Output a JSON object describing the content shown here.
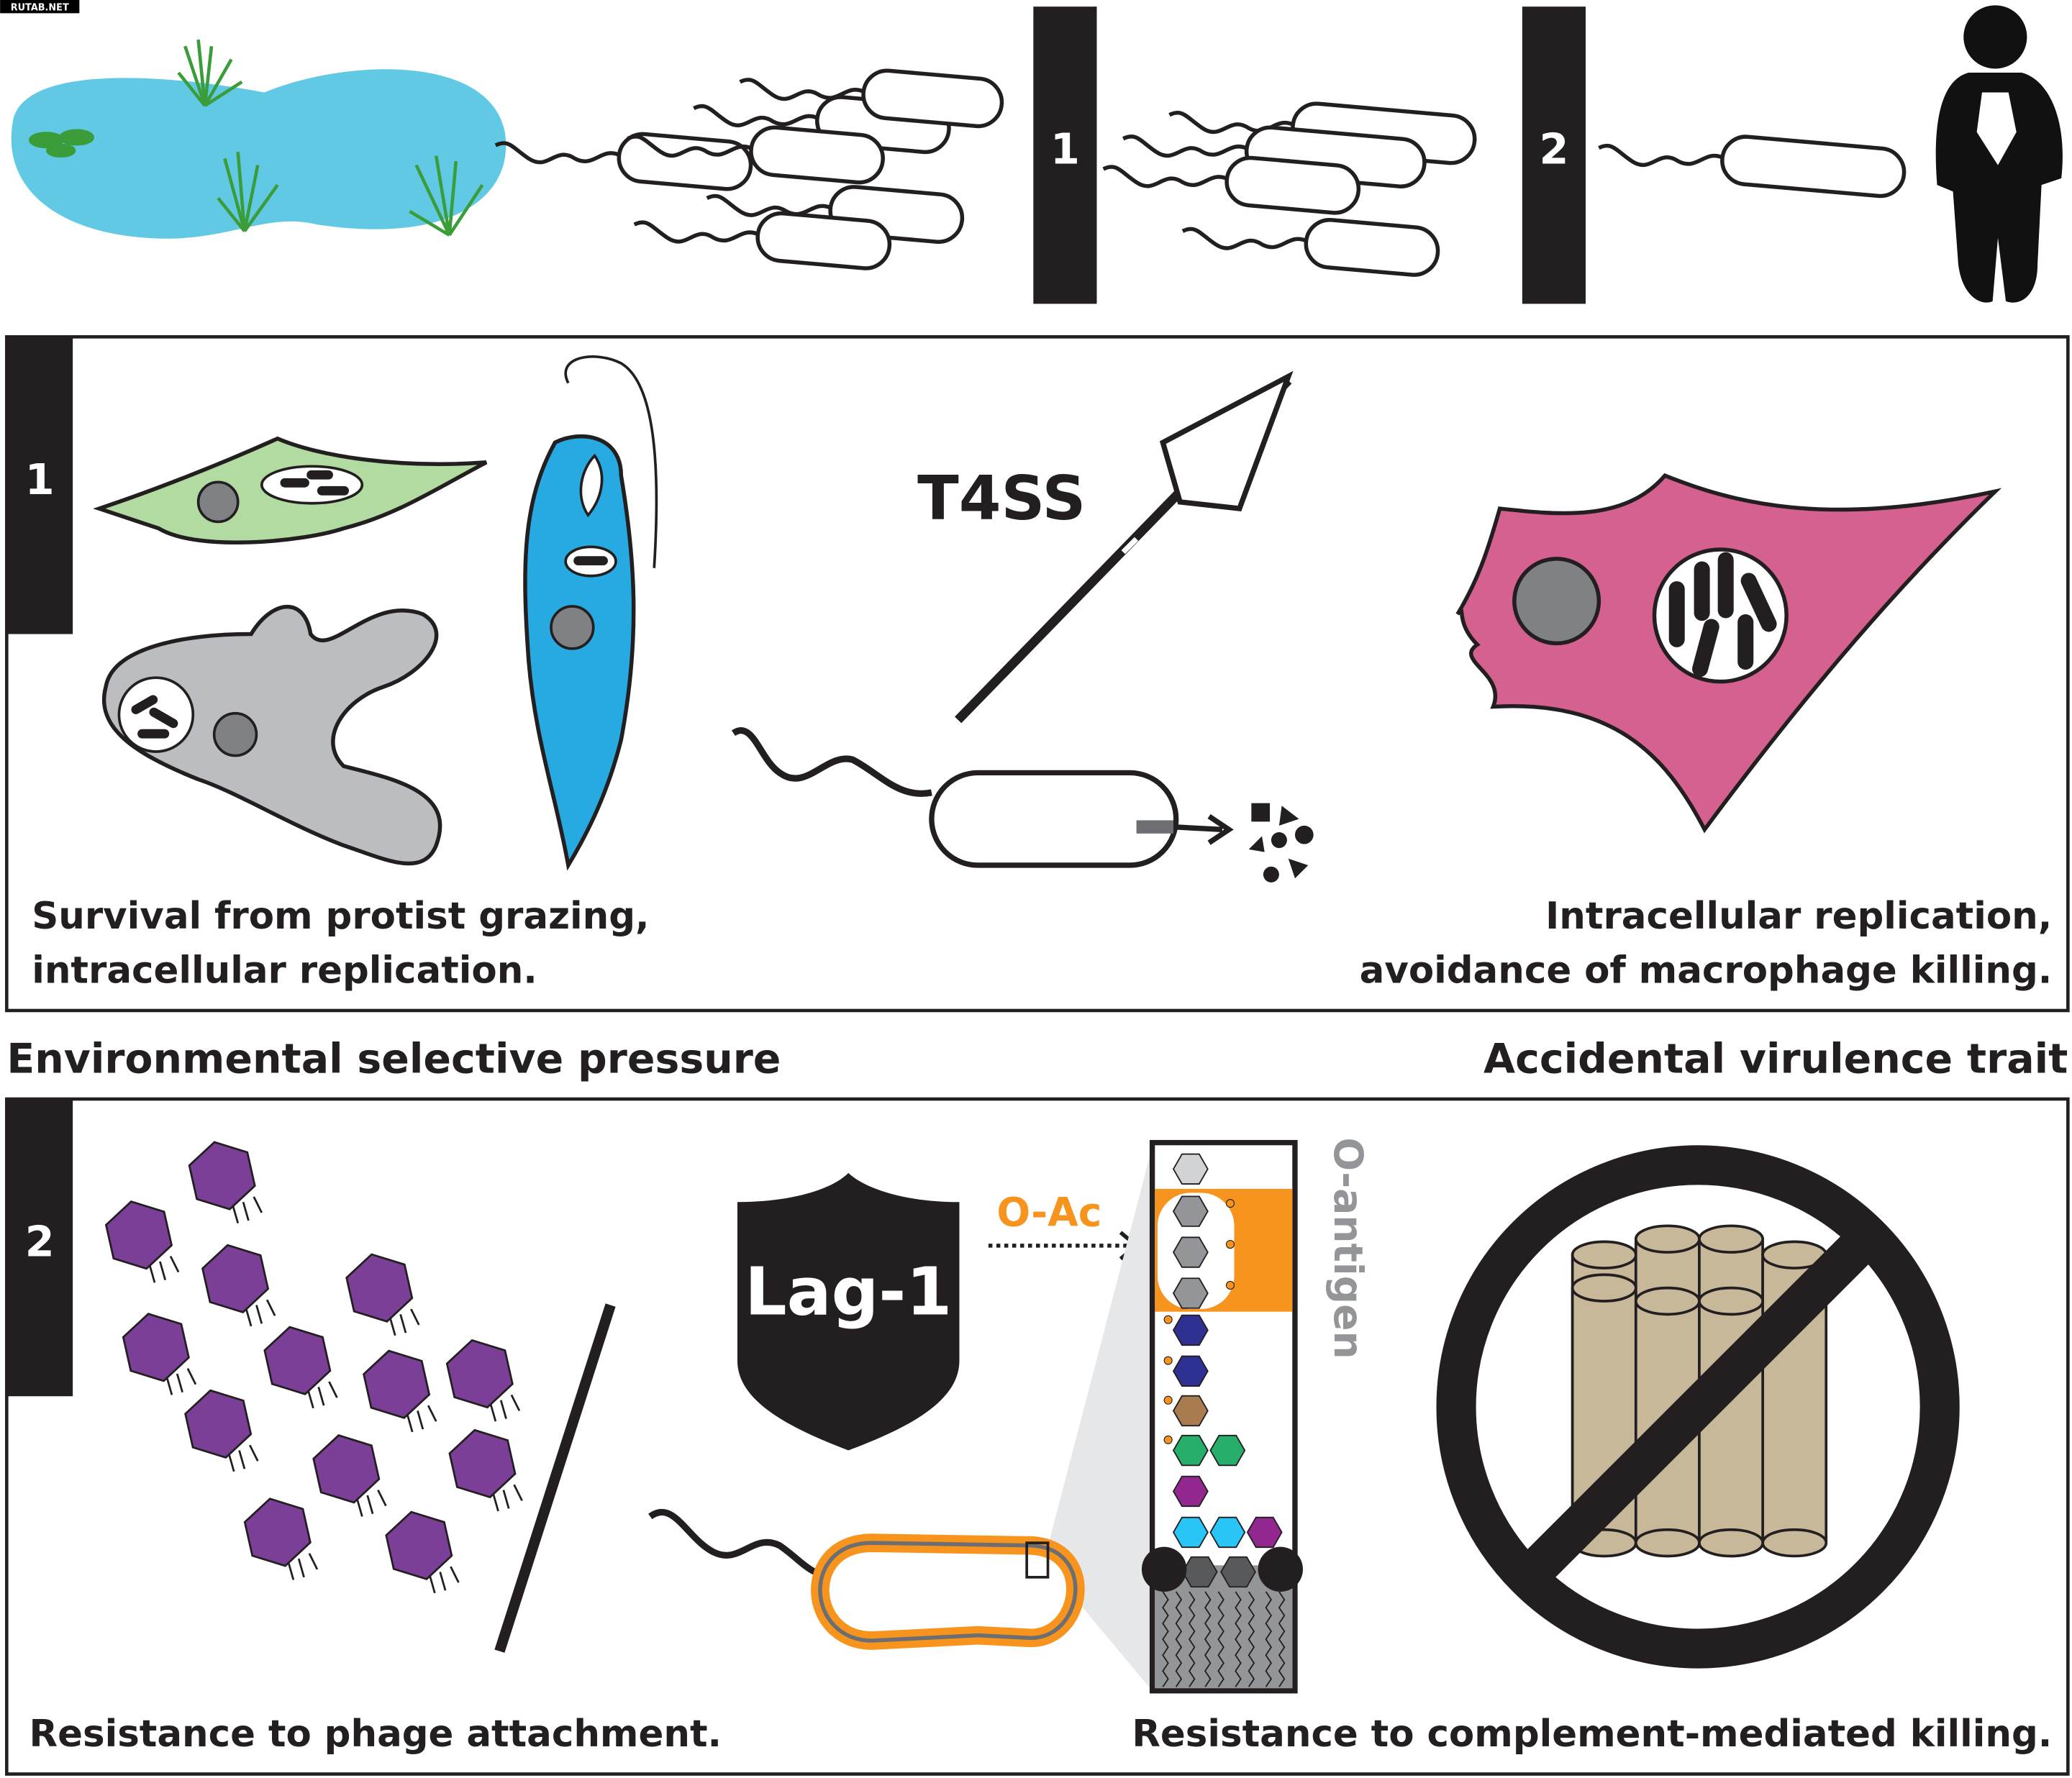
{
  "watermark": "RUTAB.NET",
  "top_strip": {
    "step1": "1",
    "step2": "2"
  },
  "panel1": {
    "tab": "1",
    "t4ss_label": "T4SS",
    "caption_left": [
      "Survival from protist grazing,",
      "intracellular replication."
    ],
    "caption_right": [
      "Intracellular replication,",
      "avoidance of macrophage killing."
    ]
  },
  "middle": {
    "left_heading": "Environmental selective pressure",
    "right_heading": "Accidental virulence trait"
  },
  "panel2": {
    "tab": "2",
    "shield_label": "Lag-1",
    "oac_label": "O-Ac",
    "oantigen_label": "O-antigen",
    "caption_left": "Resistance to phage attachment.",
    "caption_right": "Resistance to complement-mediated killing."
  },
  "colors": {
    "pond": "#62c9e5",
    "grass": "#4caf50",
    "green_cell": "#b2dba1",
    "amoeba": "#bcbdc0",
    "paramecium": "#27a9e1",
    "macrophage": "#d4618f",
    "phage": "#7b3f98",
    "orange": "#f7941d",
    "cylinder": "#c7b89a"
  }
}
